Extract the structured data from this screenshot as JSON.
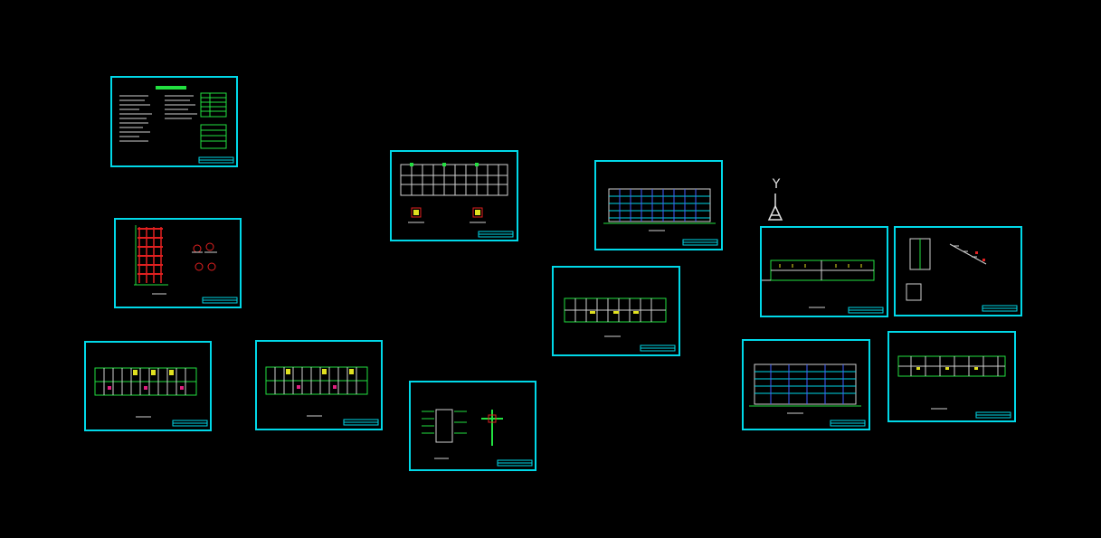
{
  "app": {
    "background": "#000000",
    "sheet_color": "#00d8e8"
  },
  "drawing_sheets": [
    {
      "id": "design-notes"
    },
    {
      "id": "frame-elevation-details"
    },
    {
      "id": "floor-plan-1"
    },
    {
      "id": "floor-plan-2"
    },
    {
      "id": "foundation-plan"
    },
    {
      "id": "wall-section-details"
    },
    {
      "id": "front-elevation"
    },
    {
      "id": "floor-plan-3"
    },
    {
      "id": "roof-plan"
    },
    {
      "id": "stair-details"
    },
    {
      "id": "rear-elevation"
    },
    {
      "id": "side-plan"
    }
  ],
  "ucs_icon": {
    "axis_label": "Y",
    "icon": "ucs-icon"
  }
}
